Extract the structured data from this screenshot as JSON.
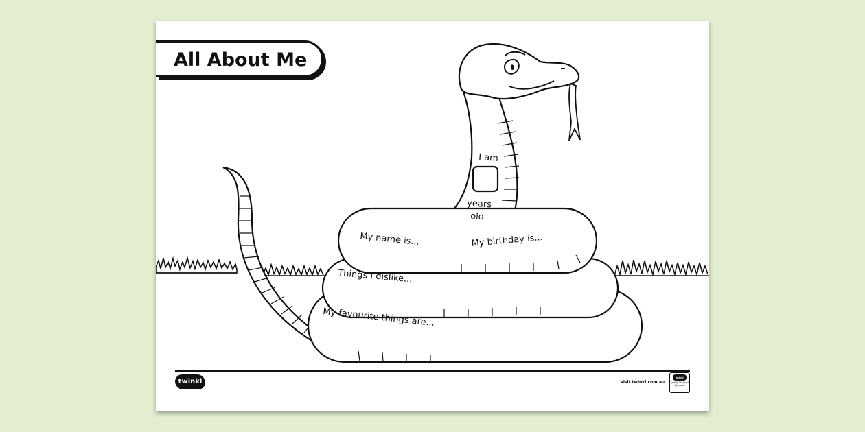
{
  "worksheet": {
    "title": "All About Me",
    "labels": {
      "age_prefix": "I am",
      "age_suffix_1": "years",
      "age_suffix_2": "old",
      "name": "My name is...",
      "birthday": "My birthday is...",
      "dislikes": "Things I dislike...",
      "favourites": "My favourite things are..."
    }
  },
  "footer": {
    "logo_text": "twinkl",
    "website": "visit twinkl.com.au",
    "badge_top": "twinkl",
    "badge_text": "Quality Standard Approved"
  },
  "colors": {
    "background": "#e4efd2",
    "sheet": "#ffffff",
    "ink": "#111111"
  }
}
